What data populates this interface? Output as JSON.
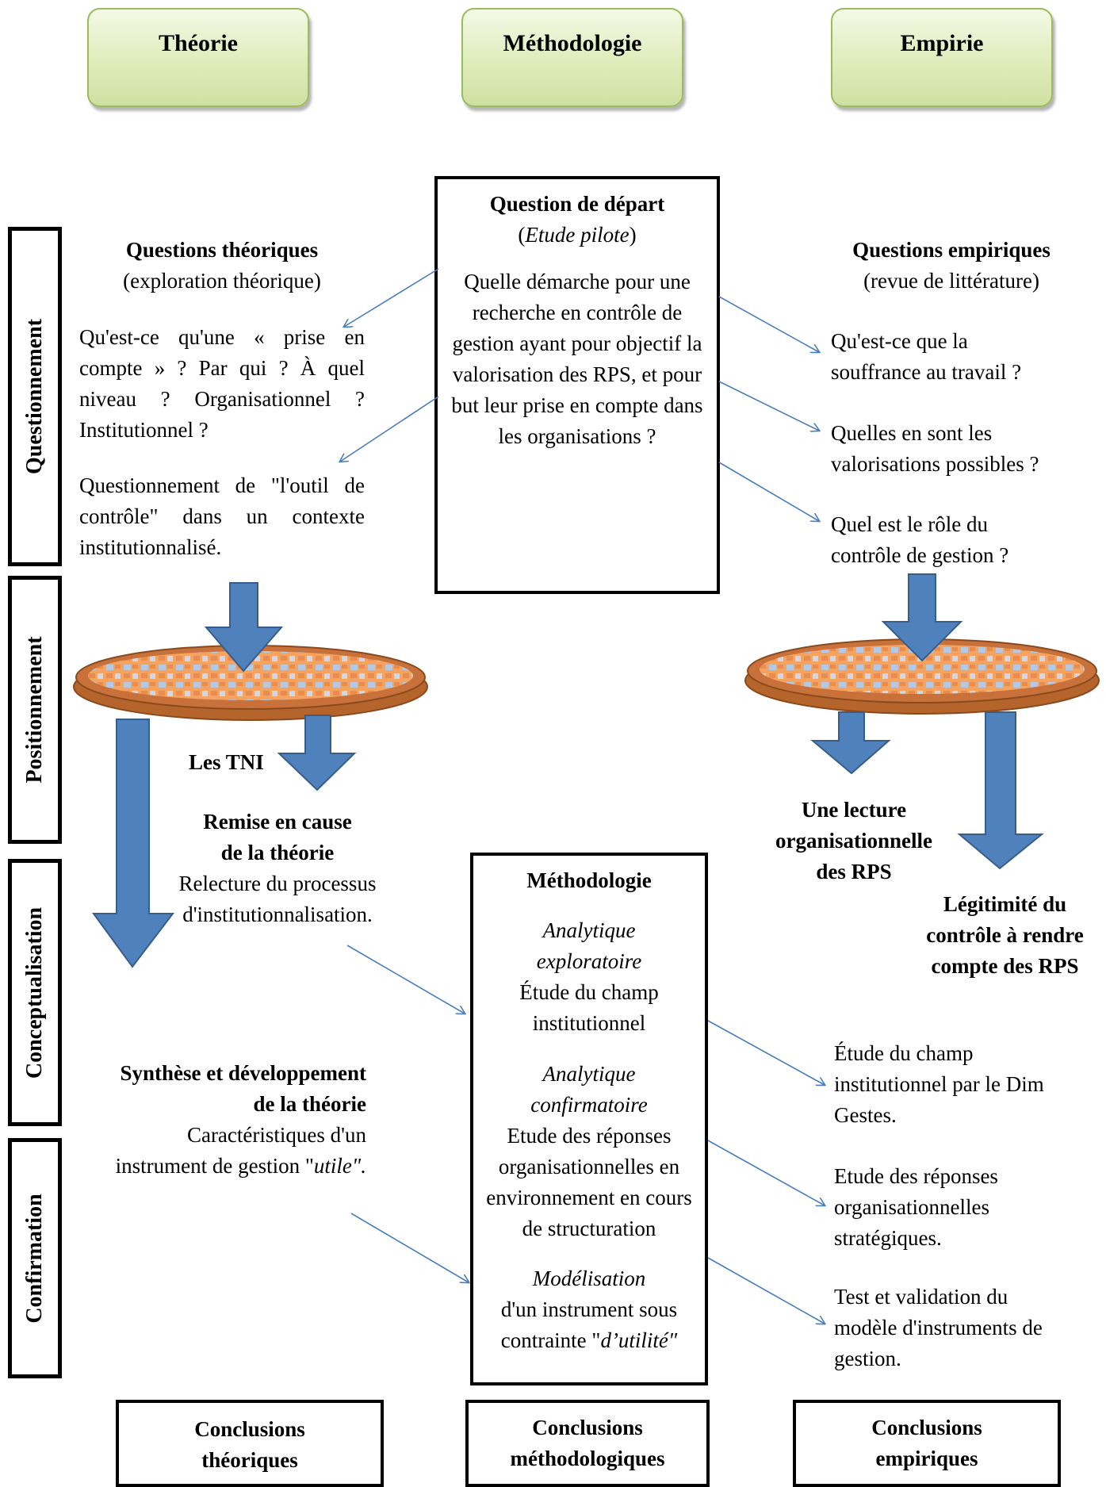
{
  "columns": {
    "theorie": "Théorie",
    "methodologie": "Méthodologie",
    "empirie": "Empirie"
  },
  "side_labels": {
    "questionnement": "Questionnement",
    "positionnement": "Positionnement",
    "conceptualisation": "Conceptualisation",
    "confirmation": "Confirmation"
  },
  "depart": {
    "title": "Question de départ",
    "open_paren": "(",
    "subtitle": "Etude pilote",
    "close_paren": ")",
    "text": "Quelle démarche pour une recherche en contrôle de gestion ayant pour objectif la valorisation des RPS, et pour but leur prise en compte dans les organisations ?"
  },
  "theorique": {
    "title": "Questions théoriques",
    "subtitle": "(exploration théorique)",
    "q1": "Qu'est-ce qu'une « prise en compte » ? Par qui ? À quel niveau ? Organisationnel ? Institutionnel ?",
    "q2": "Questionnement de \"l'outil de contrôle\" dans un contexte institutionnalisé."
  },
  "empirique": {
    "title": "Questions empiriques",
    "subtitle": "(revue de littérature)",
    "q1": "Qu'est-ce que la souffrance au travail ?",
    "q2": "Quelles en sont les valorisations possibles ?",
    "q3": "Quel est le rôle du contrôle de gestion ?"
  },
  "tni": "Les TNI",
  "remise": {
    "line1": "Remise en cause",
    "line2": "de la théorie",
    "text": "Relecture du processus d'institutionnalisation."
  },
  "lecture": [
    "Une lecture",
    "organisationnelle",
    "des  RPS"
  ],
  "legitimite": [
    "Légitimité du",
    "contrôle à rendre",
    "compte des RPS"
  ],
  "methodo_box": {
    "title": "Méthodologie",
    "a1_italic": [
      "Analytique",
      "exploratoire"
    ],
    "a1_text": "Étude du champ institutionnel",
    "a2_italic": [
      "Analytique",
      "confirmatoire"
    ],
    "a2_text": "Etude des réponses organisationnelles en environnement en cours de structuration",
    "m_italic": "Modélisation",
    "m_text": "d'un instrument sous",
    "m_text2": "contrainte \"",
    "m_italic2": "d’utilité\""
  },
  "synthese": {
    "line1": "Synthèse et développement",
    "line2": "de la théorie",
    "text1": "Caractéristiques d'un",
    "text2": "instrument de gestion \"",
    "text2_italic": "utile\"."
  },
  "empirie_results": {
    "r1": "Étude du champ institutionnel par le Dim Gestes.",
    "r2": "Etude des réponses organisationnelles stratégiques.",
    "r3": "Test et validation du modèle d'instruments de gestion."
  },
  "conclusions": {
    "theoriques": [
      "Conclusions",
      "théoriques"
    ],
    "methodologiques": [
      "Conclusions",
      "méthodologiques"
    ],
    "empiriques": [
      "Conclusions",
      "empiriques"
    ]
  },
  "colors": {
    "arrow_blue": "#4f81bd",
    "arrow_border": "#385d8a",
    "sieve_rim": "#b5642b",
    "sieve_mesh": "#f4a460",
    "header_fill": "#dfecbb",
    "thin_arrow": "#4a7ebb"
  }
}
